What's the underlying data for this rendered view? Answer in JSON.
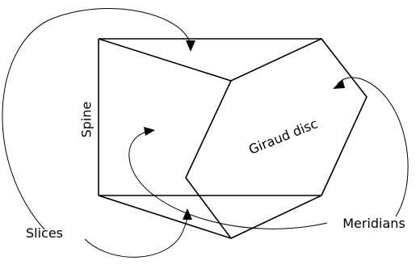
{
  "labels": {
    "spine": "Spine",
    "giraud_disc": "Giraud disc",
    "slices": "Slices",
    "meridians": "Meridians"
  }
}
